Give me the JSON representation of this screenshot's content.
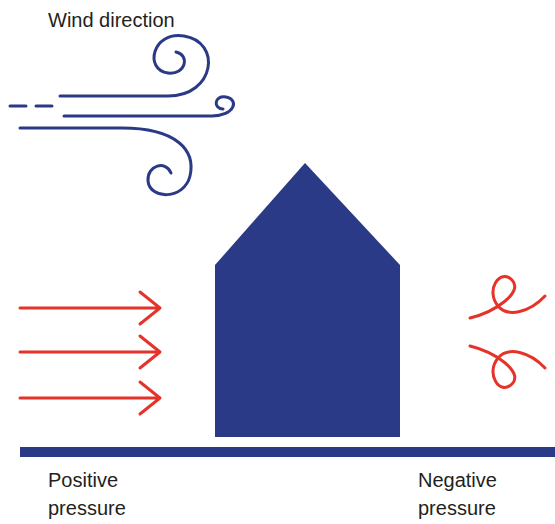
{
  "diagram": {
    "labels": [
      "Wind direction",
      "Positive pressure",
      "Negative pressure"
    ]
  }
}
